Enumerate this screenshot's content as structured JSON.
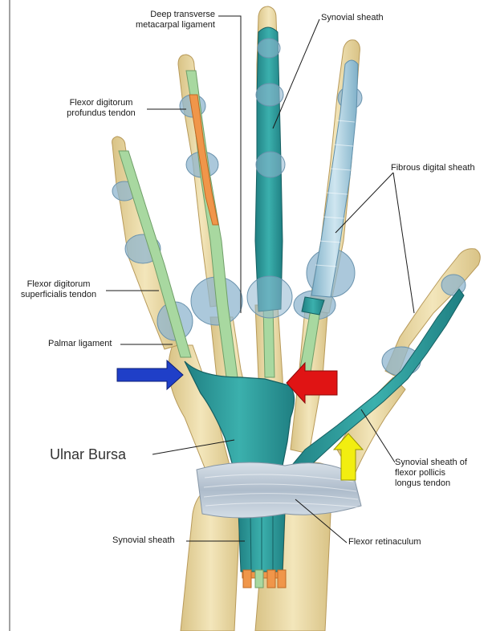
{
  "labels": {
    "deep_transverse_line1": "Deep transverse",
    "deep_transverse_line2": "metacarpal ligament",
    "synovial_sheath_top": "Synovial sheath",
    "fdp_line1": "Flexor digitorum",
    "fdp_line2": "profundus tendon",
    "fibrous_digital_sheath": "Fibrous digital sheath",
    "fds_line1": "Flexor digitorum",
    "fds_line2": "superficialis tendon",
    "palmar_ligament": "Palmar ligament",
    "ulnar_bursa": "Ulnar Bursa",
    "fpl_line1": "Synovial sheath of",
    "fpl_line2": "flexor pollicis",
    "fpl_line3": "longus tendon",
    "synovial_sheath_bottom": "Synovial sheath",
    "flexor_retinaculum": "Flexor retinaculum"
  },
  "arrows": [
    {
      "name": "blue-arrow",
      "color": "#1f3fc8",
      "direction": "right"
    },
    {
      "name": "red-arrow",
      "color": "#e01414",
      "direction": "left"
    },
    {
      "name": "yellow-arrow",
      "color": "#f2ee10",
      "direction": "up"
    }
  ],
  "colors": {
    "bone": "#e9d9a6",
    "sheath_teal": "#2e9c9c",
    "fibrous_blue": "#9ec9dc",
    "tendon_green": "#a8d8a0",
    "tendon_orange": "#f0964a",
    "retinaculum": "#c6d1dc",
    "leader_line": "#1a1a1a"
  }
}
